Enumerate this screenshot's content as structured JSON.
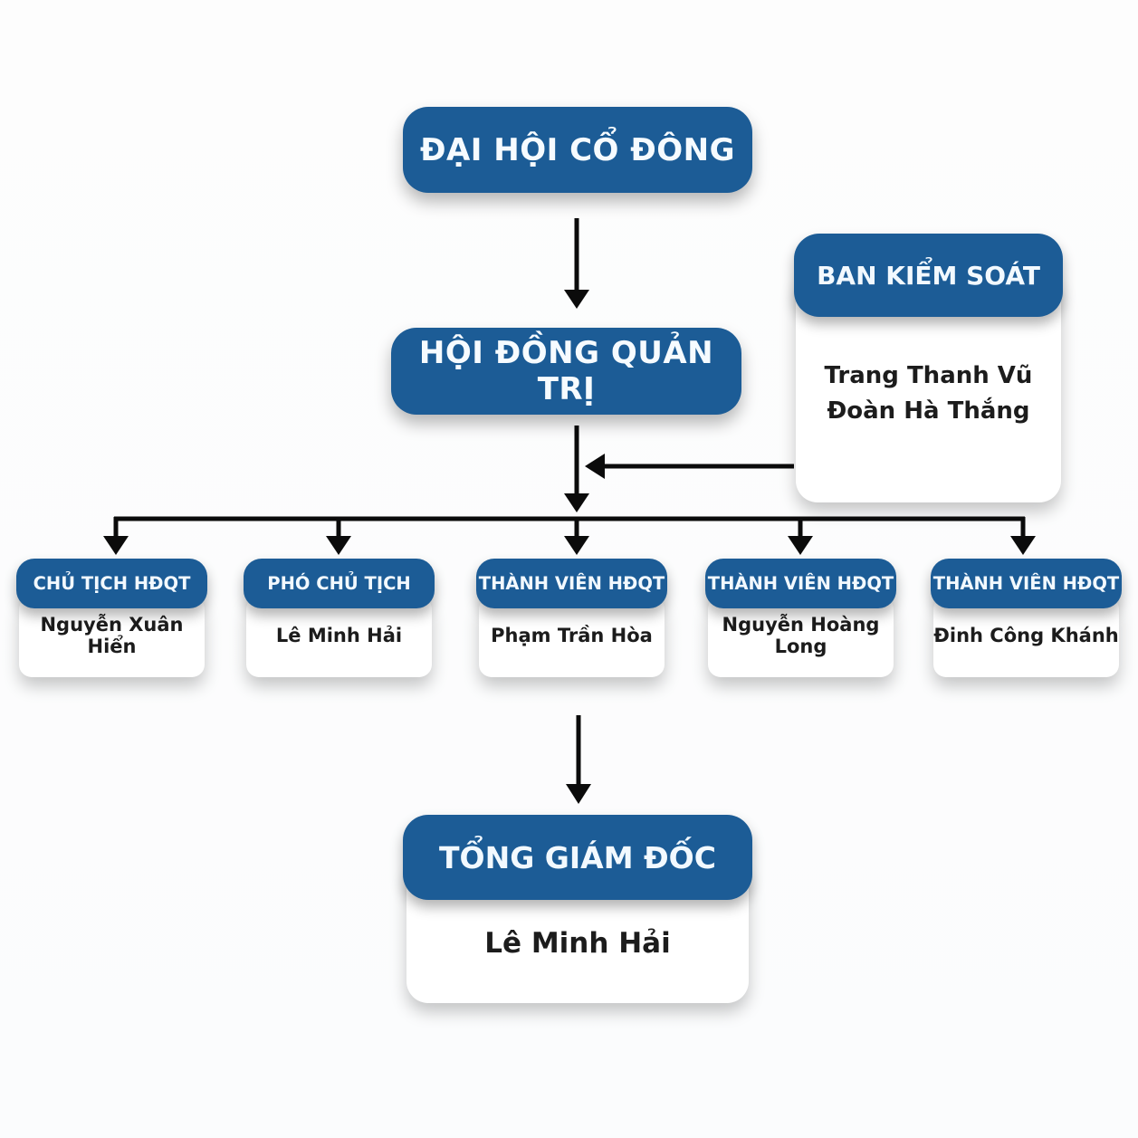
{
  "colors": {
    "accent": "#1c5c96",
    "line": "#0b0b0b",
    "text": "#1c1c1c",
    "card": "#ffffff"
  },
  "chart_title": "",
  "nodes": {
    "shareholders": {
      "label": "ĐẠI HỘI CỔ ĐÔNG"
    },
    "board": {
      "label": "HỘI ĐỒNG QUẢN TRỊ"
    },
    "supervisory": {
      "title": "BAN KIỂM SOÁT",
      "members": [
        "Trang Thanh Vũ",
        "Đoàn Hà Thắng"
      ]
    },
    "row": [
      {
        "title": "CHỦ TỊCH HĐQT",
        "name": "Nguyễn Xuân Hiển"
      },
      {
        "title": "PHÓ CHỦ TỊCH",
        "name": "Lê Minh Hải"
      },
      {
        "title": "THÀNH VIÊN HĐQT",
        "name": "Phạm Trần Hòa"
      },
      {
        "title": "THÀNH VIÊN HĐQT",
        "name": "Nguyễn Hoàng Long"
      },
      {
        "title": "THÀNH VIÊN HĐQT",
        "name": "Đinh Công Khánh"
      }
    ],
    "ceo": {
      "title": "TỔNG GIÁM ĐỐC",
      "name": "Lê Minh Hải"
    }
  }
}
